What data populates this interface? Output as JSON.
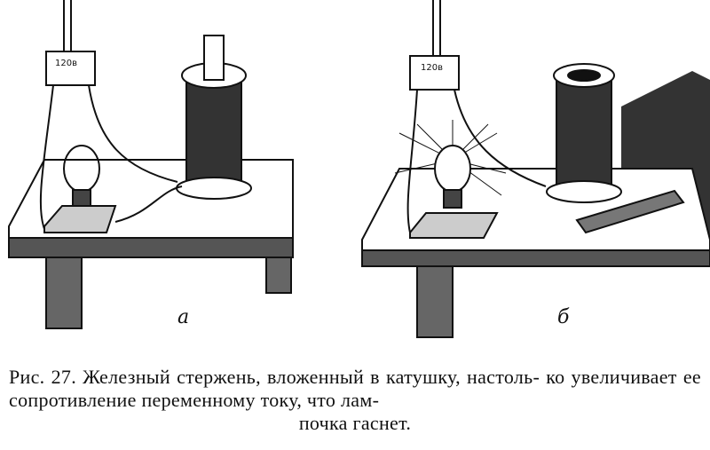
{
  "figure": {
    "panel_a": {
      "label": "а",
      "plug_label": "120в"
    },
    "panel_b": {
      "label": "б",
      "plug_label": "120в"
    }
  },
  "caption": {
    "prefix": "Рис. 27.",
    "line1": "Железный стержень, вложенный в катушку, настоль-",
    "line2": "ко увеличивает ее сопротивление переменному току, что лам-",
    "line3": "почка гаснет."
  }
}
